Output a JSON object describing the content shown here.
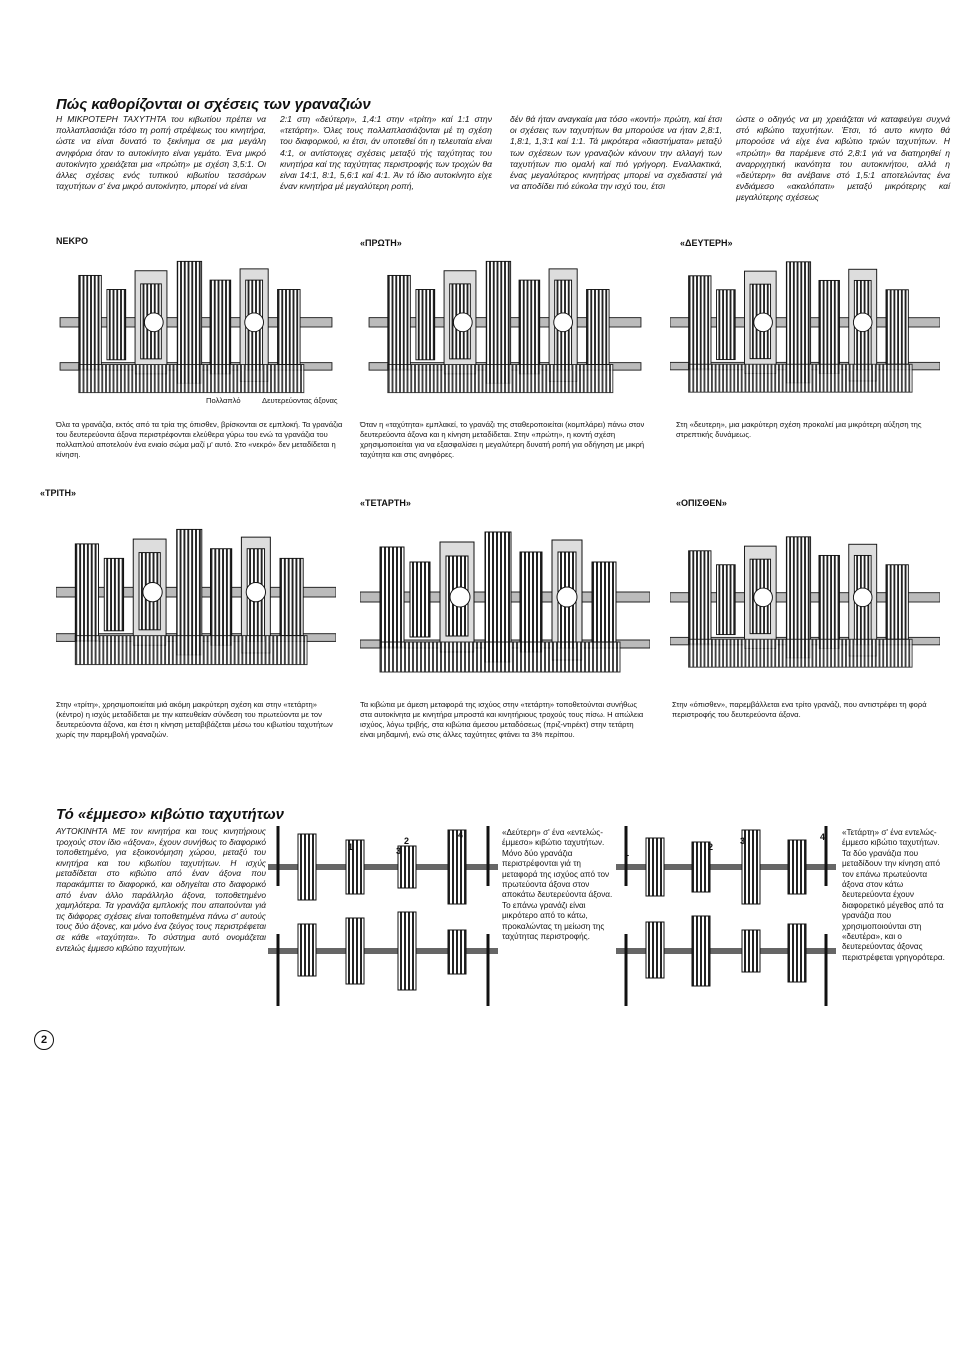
{
  "section1": {
    "title": "Πώς καθορίζονται οι σχέσεις των γραναζιών",
    "columns": [
      "Η ΜΙΚΡΟΤΕΡΗ ΤΑΧΥΤΗΤΑ του κιβωτίου πρέπει να πολλαπλασιάζει τόσο τη ροπή στρέψεως του κινητήρα, ώστε να είναι δυνατό το ξεκίνημα σε μια μεγάλη ανηφόρια όταν το αυτοκίνητο είναι γεμάτο. Ένα μικρό αυτοκίνητο χρειάζεται μια «πρώτη» με σχέση 3,5:1. Οι άλλες σχέσεις ενός τυπικού κιβωτίου τεσσάρων ταχυτήτων σ' ένα μικρό αυτοκίνητο, μπορεί νά είναι",
      "2:1 στη «δεύτερη», 1,4:1 στην «τρίτη» καί 1:1 στην «τετάρτη». Όλες τους πολλαπλασιάζονται μέ τη σχέση του διαφορικού, κι έτσι, άν υποτεθεί ότι η τελευταία είναι 4:1, οι αντίστοιχες σχέσεις μεταξύ τής ταχύτητας του κινητήρα καί της ταχύτητας περιστροφής των τροχών θα είναι 14:1, 8:1, 5,6:1 καί 4:1. Άν τό ίδιο αυτοκίνητο είχε έναν κινητήρα μέ μεγαλύτερη ροπή,",
      "δέν θά ήταν αναγκαία μια τόσο «κοντή» πρώτη, καί έτσι οι σχέσεις των ταχυτήτων θα μπορούσε να ήταν 2,8:1, 1,8:1, 1,3:1 καί 1:1. Τά μικρότερα «διαστήματα» μεταξύ των σχέσεων των γραναζιών κάνουν την αλλαγή των ταχυτήτων πιο ομαλή καί πιό γρήγορη. Εναλλακτικά, ένας μεγαλύτερος κινητήρας μπορεί να σχεδιαστεί γιά να αποδίδει πιό εύκολα την ισχύ του, έτσι",
      "ώστε ο οδηγός να μη χρειάζεται νά καταφεύγει συχνά στό κιβώτιο ταχυτήτων. Έτσι, τό αυτο κινητο θά μπορούσε νά είχε ένα κιβώτιο τριών ταχυτήτων. Η «πρώτη» θα παρέμενε στό 2,8:1 γιά να διατηρηθεί η αναρριχητική ικανότητα του αυτοκινήτου, αλλά η «δεύτερη» θα ανέβαινε στό 1,5:1 αποτελώντας ένα ενδιάμεσο «ακαλόπατι» μεταξύ μικρότερης καί μεγαλύτερης σχέσεως"
    ]
  },
  "figures": {
    "neutral": {
      "label": "ΝΕΚΡΟ",
      "callout1": "Πολλαπλό",
      "callout2": "Δευτερεύοντας άξονας",
      "caption": "Όλα τα γρανάζια, εκτός από τα τρία της όπισθεν, βρίσκονται σε εμπλοκή. Τα γρανάζια του δευτερεύοντα άξονα περιστρέφονται ελεύθερα γύρω του ενώ τα γρανάζια του πολλαπλού αποτελούν ένα ενιαίο σώμα μαζί μ' αυτό. Στο «νεκρό» δεν μεταδίδεται η κίνηση."
    },
    "first": {
      "label": "«ΠΡΩΤΗ»",
      "caption": "Όταν η «ταχύτητα» εμπλακεί, το γρανάζι της σταθεροποιείται (κομπλάρει) πάνω στον δευτερεύοντα άξονα και η κίνηση μεταδίδεται. Στην «πρώτη», η κοντή σχέση χρησιμοποιείται για να εξασφαλίσει η μεγαλύτερη δυνατή ροπή για οδήγηση με μικρή ταχύτητα και στις ανηφόρες."
    },
    "second": {
      "label": "«ΔΕΥΤΕΡΗ»",
      "caption": "Στη «δευτερη», μια μακρύτερη σχέση προκαλεί μια μικρότερη αύξηση της στρεπτικής δυνάμεως."
    },
    "third": {
      "label": "«ΤΡΙΤΗ»",
      "caption": "Στην «τρίτη», χρησιμοποιείται μιά ακόμη μακρύτερη σχέση και στην «τετάρτη» (κέντρο) η ισχύς μεταδίδεται με την κατευθείαν σύνδεση του πρωτεύοντα με τον δευτερεύοντα άξονα, και έτσι η κίνηση μεταβιβάζεται μέσω του κιβωτίου ταχυτήτων χωρίς την παρεμβολή γραναζιών."
    },
    "fourth": {
      "label": "«ΤΕΤΑΡΤΗ»",
      "caption": "Τα κιβώτια με άμεση μεταφορά της ισχύος στην «τετάρτη» τοποθετούνται συνήθως στα αυτοκίνητα με κινητήρα μπροστά και κινητήριους τροχούς τους πίσω. Η απώλεια ισχύος, λόγω τριβής, στα κιβώτια άμεσου μεταδόσεως (πριζ-ντιρέκτ) στην τετάρτη είναι μηδαμινή, ενώ στις άλλες ταχύτητες φτάνει τα 3% περίπου."
    },
    "reverse": {
      "label": "«ΟΠΙΣΘΕΝ»",
      "caption": "Στην «όπισθεν», παρεμβάλλεται ενα τρίτο γρανάζι, που αντιστρέφει τη φορά περιστροφής του δευτερεύοντα άξονα."
    }
  },
  "section2": {
    "title": "Τό «έμμεσο» κιβώτιο ταχυτήτων",
    "body": "ΑΥΤΟΚΙΝΗΤΑ ΜΕ τον κινητήρα και τους κινητήριους τροχούς στον ίδιο «άξονα», έχουν συνήθως το διαφορικό τοποθετημένο, για εξοικονόμηση χώρου, μεταξύ του κινητήρα και του κιβωτίου ταχυτήτων. Η ισχύς μεταδίδεται στο κιβώτιο από έναν άξονα που παρακάμπτει το διαφορικό, και οδηγείται στο διαφορικό από έναν άλλο παράλληλο άξονα, τοποθετημένο χαμηλότερα. Τα γρανάζια εμπλοκής που απαιτούνται γιά τις διάφορες σχέσεις είναι τοποθετημένα πάνω σ' αυτούς τους δύο άξονες, και μόνο ένα ζεύγος τους περιστρέφεται σε κάθε «ταχύτητα». Το σύστημα αυτό ονομάζεται εντελώς έμμεσο κιβώτιο ταχυτήτων.",
    "page_number": "2",
    "diagram_numbers": [
      "1",
      "2",
      "3",
      "4"
    ],
    "note_second": "«Δεύτερη» σ' ένα «εντελώς-έμμεσο» κιβώτιο ταχυτήτων. Μόνο δύο γρανάζια περιστρέφονται γιά τη μεταφορά της ισχύος από τον πρωτεύοντα άξονα στον αποκάτω δευτερεύοντα άξονα. Το επάνω γρανάζι είναι μικρότερο από το κάτω, προκαλώντας τη μείωση της ταχύτητας περιστροφής.",
    "note_fourth": "«Τετάρτη» σ' ένα εντελώς-έμμεσο κιβώτιο ταχυτήτων. Τα δύο γρανάζια που μεταδίδουν την κίνηση από τον επάνω πρωτεύοντα άξονα στον κάτω δευτερεύοντα έχουν διαφορετικό μέγεθος από τα γρανάζια που χρησιμοποιούνται στη «δευτέρα», και ο δευτερεύοντας άξονας περιστρέφεται γρηγορότερα."
  }
}
